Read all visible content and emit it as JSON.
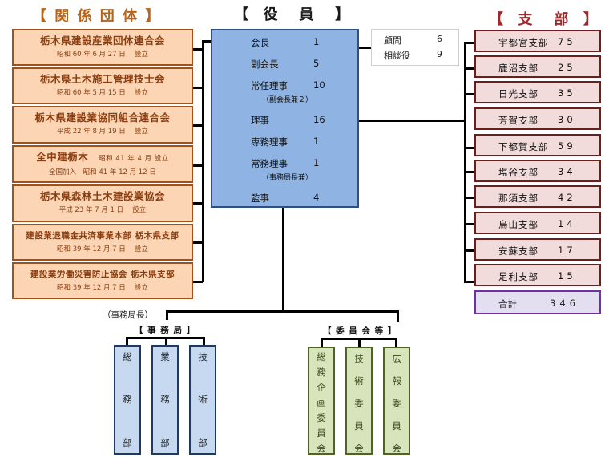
{
  "headings": {
    "organizations": "【 関 係 団 体 】",
    "officers": "【  役   員   】",
    "branches": "【  支   部  】"
  },
  "organizations": [
    {
      "name": "栃木県建設産業団体連合会",
      "date": "昭和 60 年 6 月 27 日　 設立"
    },
    {
      "name": "栃木県土木施工管理技士会",
      "date": "昭和 60 年 5 月 15 日　 設立"
    },
    {
      "name": "栃木県建設業協同組合連合会",
      "date": "平成 22 年 8 月 19 日　 設立"
    },
    {
      "name": "全中建栃木",
      "name_note": "昭和 41 年 4 月 設立",
      "date": "全国加入　昭和 41 年 12 月 12 日"
    },
    {
      "name": "栃木県森林土木建設業協会",
      "date": "平成 23 年 7 月 1 日　 設立"
    },
    {
      "name": "建設業退職金共済事業本部 栃木県支部",
      "date": "昭和 39 年 12 月 7 日　 設立"
    },
    {
      "name": "建設業労働災害防止協会 栃木県支部",
      "date": "昭和 39 年 12 月 7 日　 設立"
    }
  ],
  "officers": [
    {
      "label": "会長",
      "count": "1"
    },
    {
      "label": "副会長",
      "count": "5"
    },
    {
      "label": "常任理事",
      "count": "10",
      "note": "（副会長兼２）"
    },
    {
      "label": "理事",
      "count": "16"
    },
    {
      "label": "専務理事",
      "count": "1"
    },
    {
      "label": "常務理事",
      "count": "1",
      "note": "（事務局長兼）"
    },
    {
      "label": "監事",
      "count": "4"
    }
  ],
  "advisors": [
    {
      "label": "顧問",
      "count": "6"
    },
    {
      "label": "相談役",
      "count": "9"
    }
  ],
  "branches": [
    {
      "label": "宇都宮支部",
      "count": "75"
    },
    {
      "label": "鹿沼支部",
      "count": "25"
    },
    {
      "label": "日光支部",
      "count": "35"
    },
    {
      "label": "芳賀支部",
      "count": "30"
    },
    {
      "label": "下都賀支部",
      "count": "59"
    },
    {
      "label": "塩谷支部",
      "count": "34"
    },
    {
      "label": "那須支部",
      "count": "42"
    },
    {
      "label": "烏山支部",
      "count": "14"
    },
    {
      "label": "安蘇支部",
      "count": "17"
    },
    {
      "label": "足利支部",
      "count": "15"
    }
  ],
  "total": {
    "label": "合計",
    "count": "346"
  },
  "secretariat": {
    "head_label": "（事務局長）",
    "title": "【 事 務 局 】",
    "departments": [
      "総務部",
      "業務部",
      "技術部"
    ]
  },
  "committees": {
    "title": "【 委 員 会 等 】",
    "items": [
      "総務企画委員会",
      "技術委員会",
      "広報委員会"
    ]
  },
  "colors": {
    "org_fill": "#fcd5b5",
    "org_border": "#a0521a",
    "officer_fill": "#8fb4e3",
    "branch_fill": "#f2dcdb",
    "branch_border": "#6b1e1e",
    "total_border": "#7030a0",
    "dept_fill": "#c6d9f1",
    "committee_fill": "#d8e4bc"
  }
}
